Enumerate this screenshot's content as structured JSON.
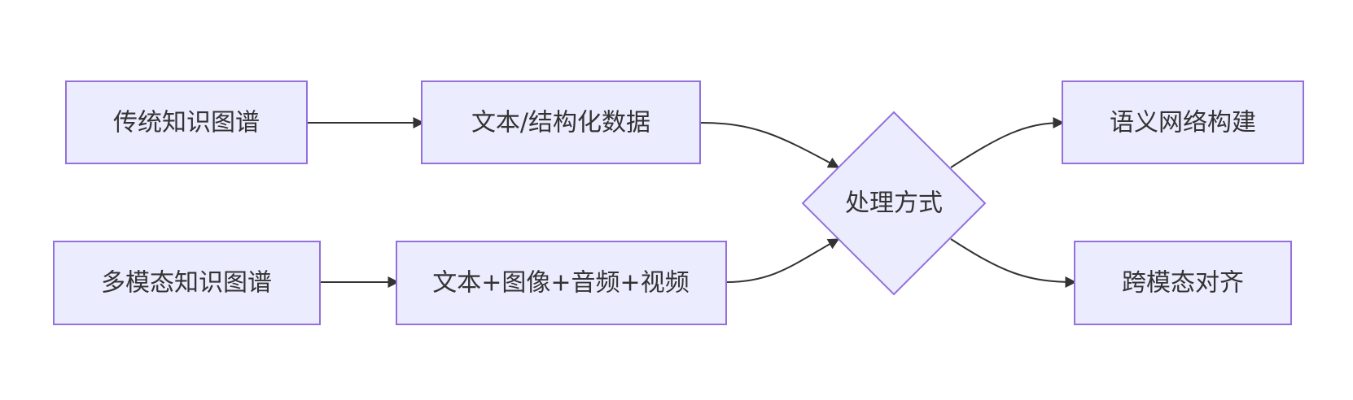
{
  "diagram": {
    "nodes": {
      "traditional_kg": "传统知识图谱",
      "text_structured": "文本/结构化数据",
      "multimodal_kg": "多模态知识图谱",
      "text_image_audio_video": "文本+图像+音频+视频",
      "processing": "处理方式",
      "semantic_network": "语义网络构建",
      "cross_modal": "跨模态对齐"
    },
    "edges": [
      {
        "from": "traditional_kg",
        "to": "text_structured"
      },
      {
        "from": "multimodal_kg",
        "to": "text_image_audio_video"
      },
      {
        "from": "text_structured",
        "to": "processing"
      },
      {
        "from": "text_image_audio_video",
        "to": "processing"
      },
      {
        "from": "processing",
        "to": "semantic_network"
      },
      {
        "from": "processing",
        "to": "cross_modal"
      }
    ],
    "colors": {
      "node_fill": "#ececff",
      "node_stroke": "#9370db",
      "edge": "#333333",
      "text": "#333333"
    }
  }
}
